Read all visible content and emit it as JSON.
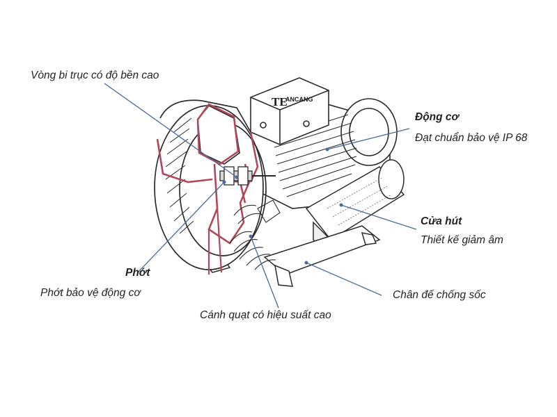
{
  "diagram": {
    "brand_mark": "TE",
    "brand_text": "ANCANG",
    "callouts": {
      "bearing": {
        "text": "Vòng bi trục có độ bền cao"
      },
      "motor": {
        "title": "Động cơ",
        "desc": "Đạt chuẩn bảo vệ IP 68"
      },
      "intake": {
        "title": "Cửa hút",
        "desc": "Thiết kế giảm âm"
      },
      "base": {
        "text": "Chân đế chống sốc"
      },
      "seal": {
        "title": "Phớt",
        "desc": "Phớt bảo vệ động cơ"
      },
      "impeller": {
        "text": "Cánh quạt có hiệu suất cao"
      }
    },
    "colors": {
      "leader": "#4a6a9a",
      "cutaway": "#b0485a",
      "line": "#2b2b2b"
    }
  }
}
